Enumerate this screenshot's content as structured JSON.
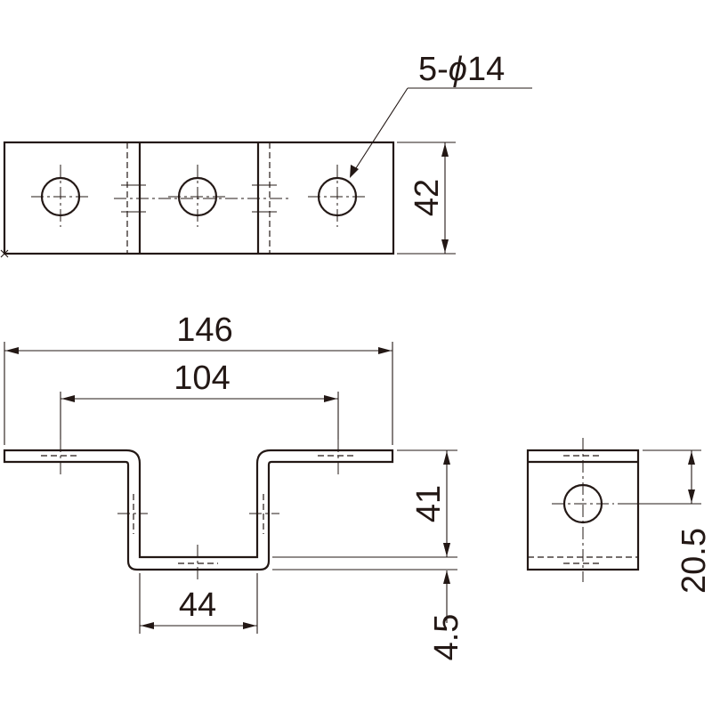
{
  "drawing": {
    "callout": {
      "prefix": "5-",
      "diameter_symbol": "ϕ",
      "value": "14"
    },
    "dimensions": {
      "top_height": "42",
      "overall_width": "146",
      "hole_pitch": "104",
      "channel_width": "44",
      "height": "41",
      "thickness": "4.5",
      "side_hole_height": "20.5"
    }
  }
}
